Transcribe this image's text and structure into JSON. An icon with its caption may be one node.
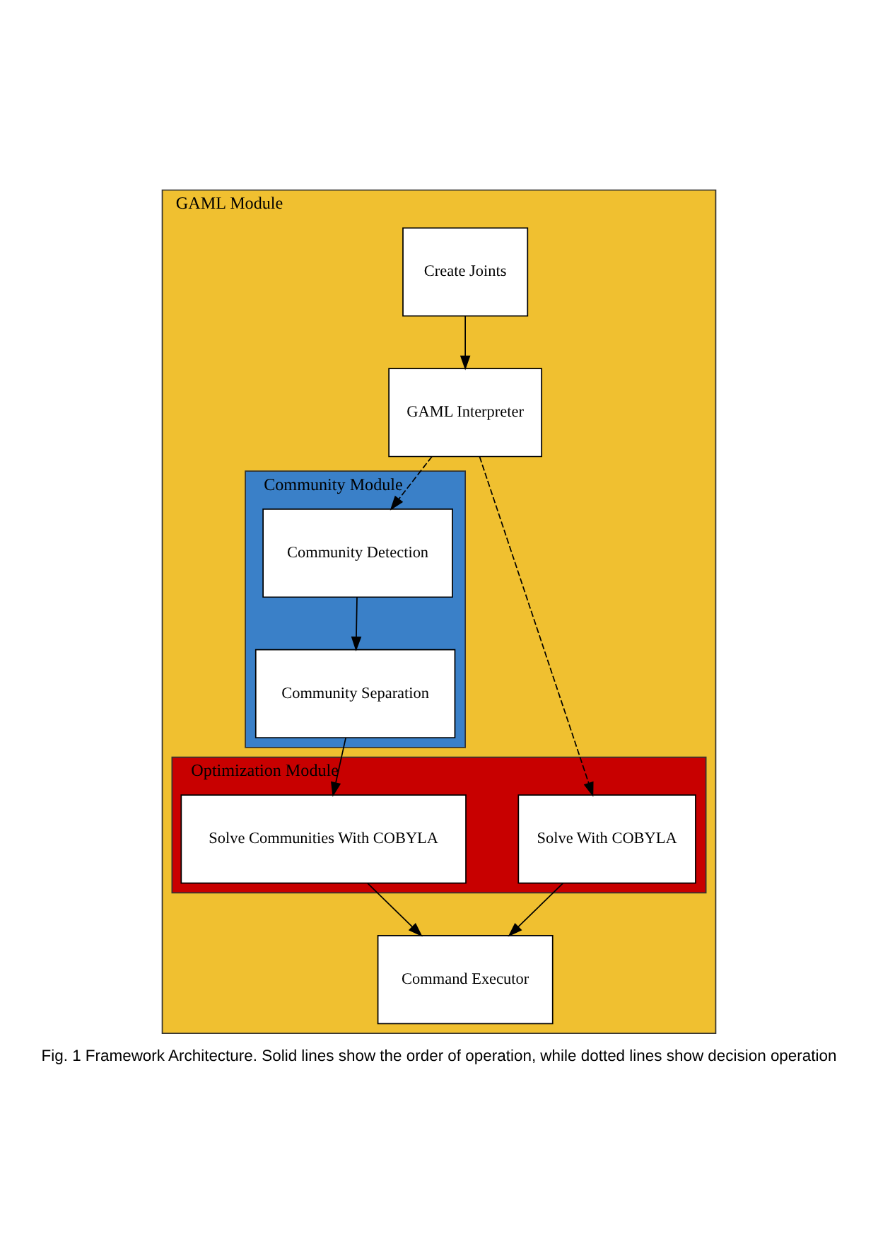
{
  "diagram": {
    "caption": "Fig. 1 Framework Architecture. Solid lines show the order of operation, while dotted lines show decision operation",
    "nodes": [
      {
        "text": [
          "GAML Module"
        ]
      },
      {
        "text": [
          "Create Joints"
        ],
        "in": 0
      },
      {
        "text": [
          "GAML Interpreter"
        ],
        "in": 0
      },
      {
        "text": [
          "Community Module"
        ],
        "in": 0
      },
      {
        "text": [
          "Community Detection"
        ],
        "in": 3
      },
      {
        "text": [
          "Community Separation"
        ],
        "in": 3
      },
      {
        "text": [
          "Optimization Module"
        ],
        "in": 0
      },
      {
        "text": [
          "Solve With COBYLA"
        ],
        "in": 6
      },
      {
        "text": [
          "Solve Communities With COBYLA"
        ],
        "in": 6
      },
      {
        "text": [
          "Command Executor"
        ],
        "in": 0
      }
    ],
    "edges": [
      {
        "from": 1,
        "to": 2,
        "arrow": "to"
      },
      {
        "from": 2,
        "to": 4,
        "arrow": "to",
        "style": "dashed"
      },
      {
        "from": 4,
        "to": 5,
        "arrow": "to"
      },
      {
        "from": 2,
        "to": 7,
        "arrow": "to",
        "style": "dashed"
      },
      {
        "from": 5,
        "to": 8,
        "arrow": "to"
      },
      {
        "from": 7,
        "to": 9,
        "arrow": "to"
      },
      {
        "from": 8,
        "to": 9,
        "arrow": "to"
      }
    ]
  }
}
